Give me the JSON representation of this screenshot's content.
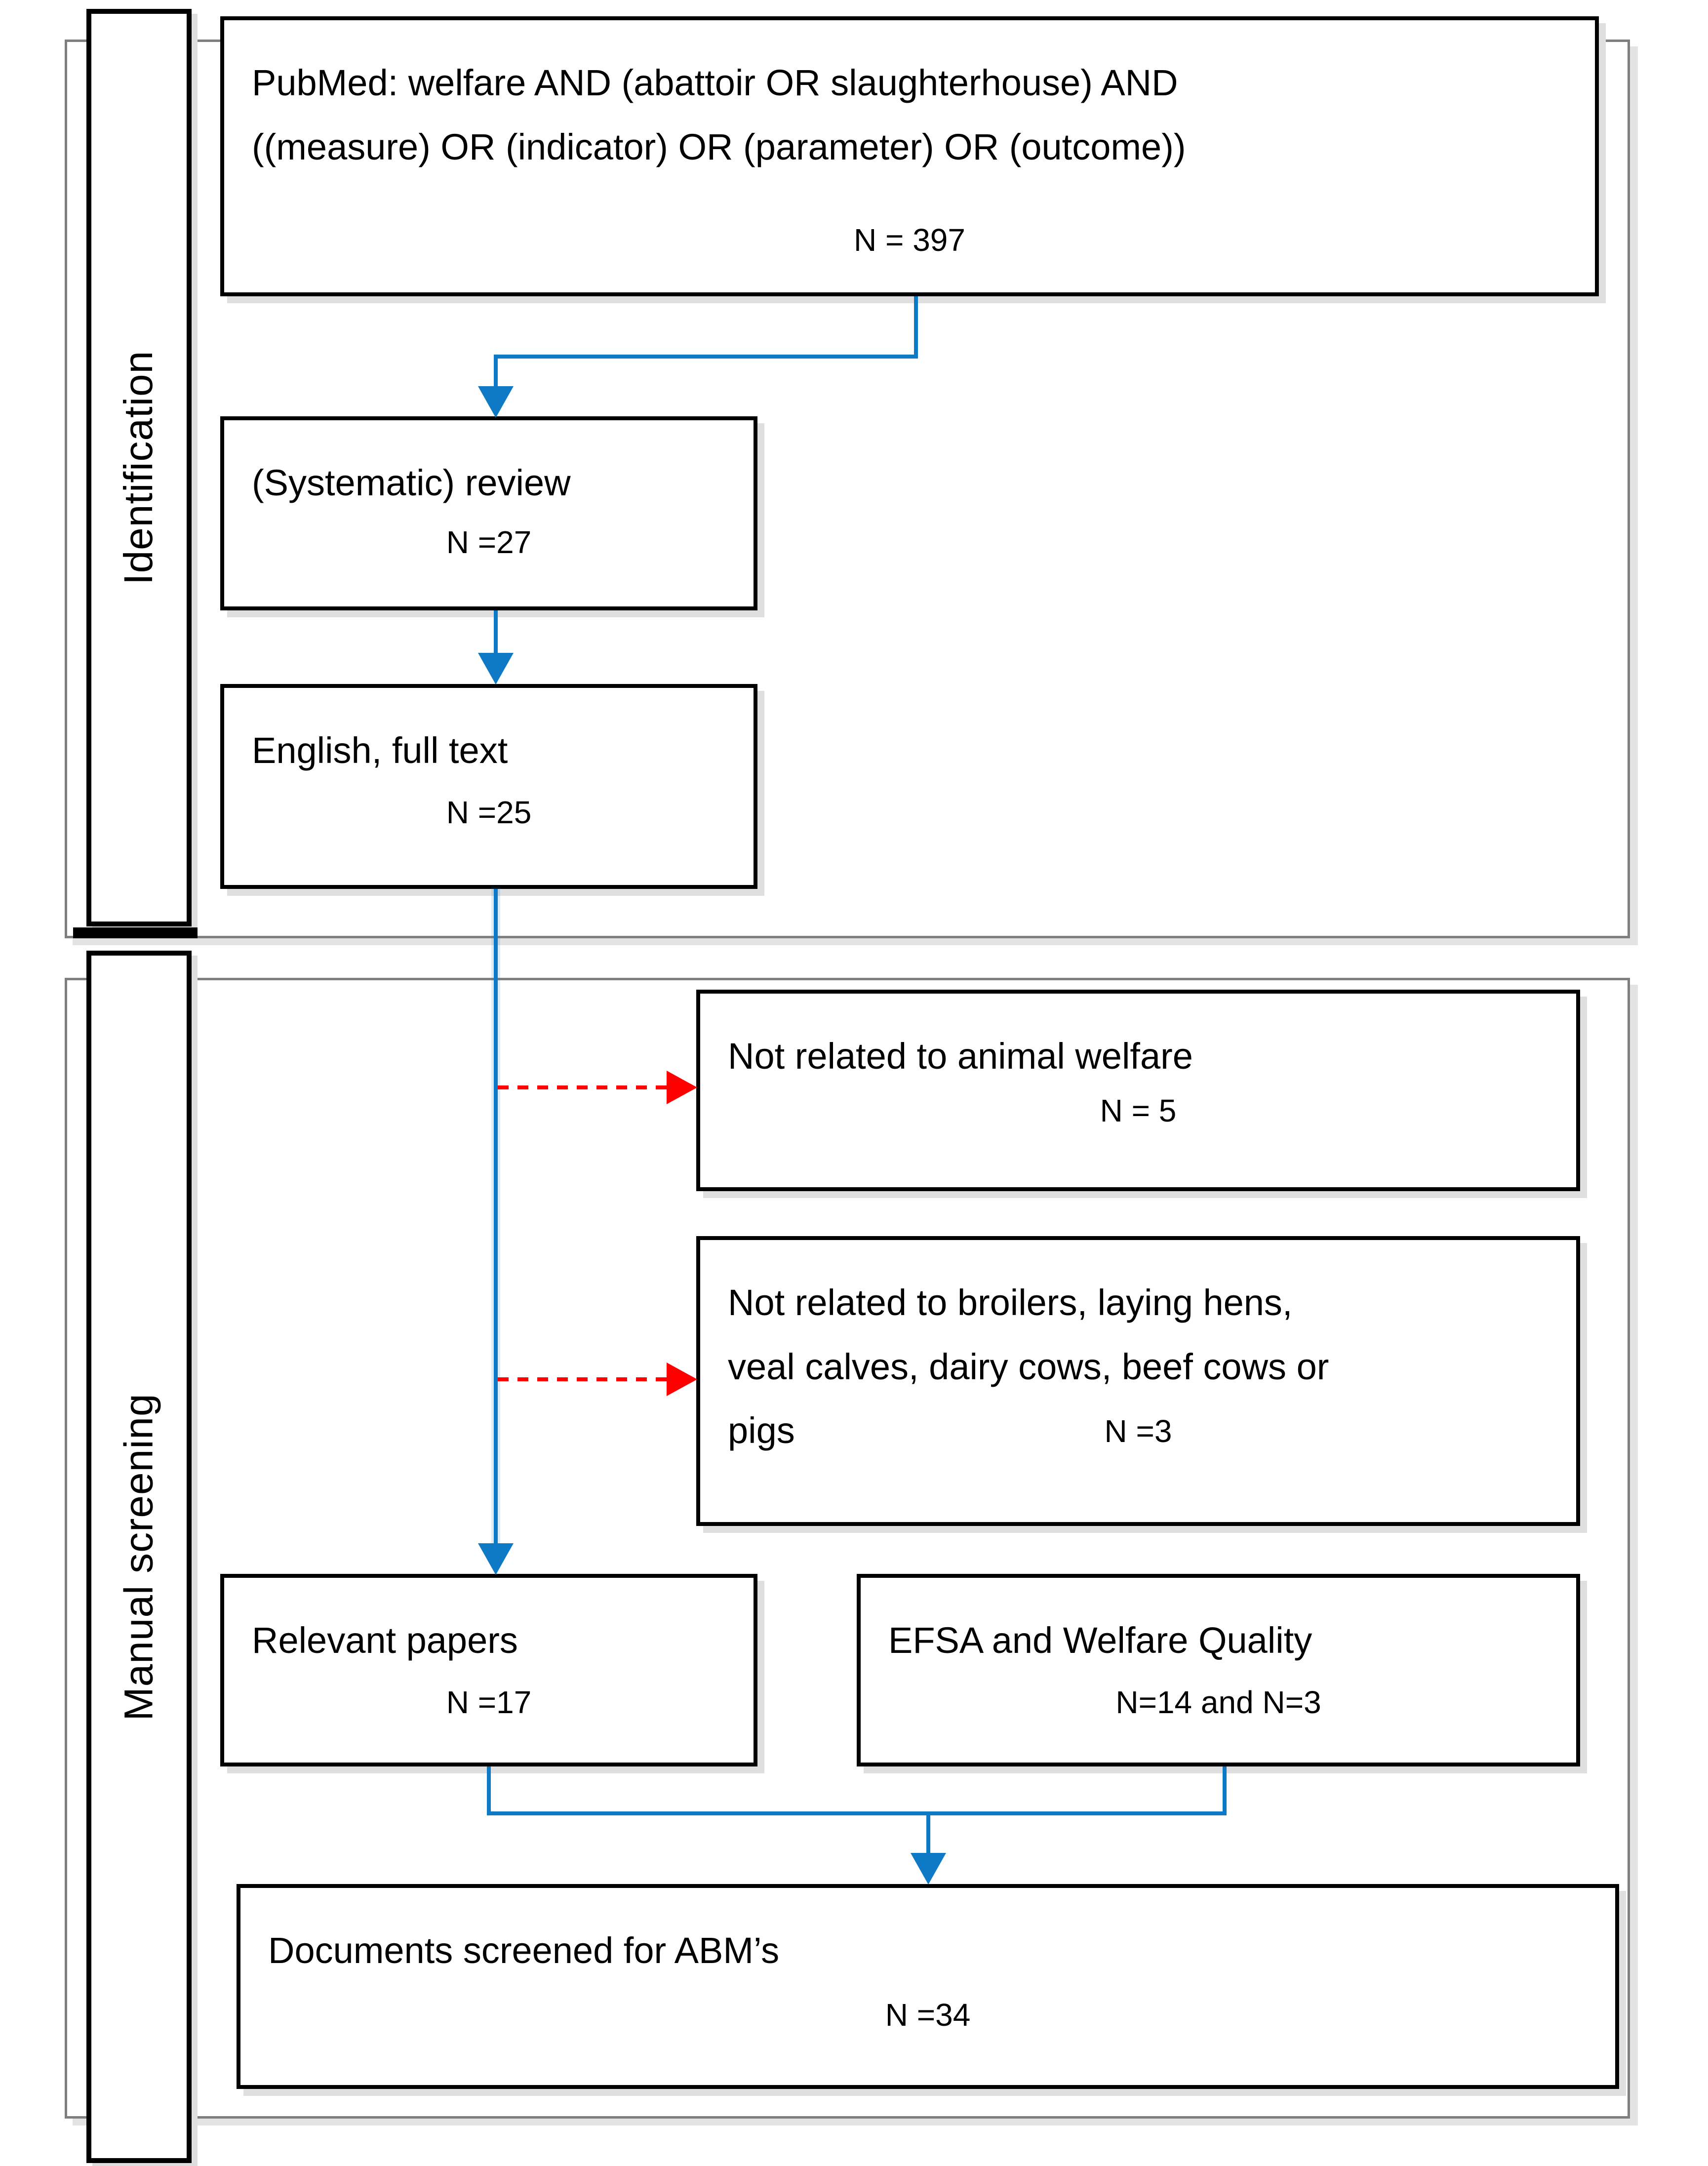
{
  "diagram": {
    "sections": {
      "identification": {
        "label": "Identification"
      },
      "manual_screening": {
        "label": "Manual screening"
      }
    },
    "boxes": {
      "pubmed_search": {
        "lines": [
          "PubMed: welfare AND (abattoir OR slaughterhouse) AND",
          "((measure) OR (indicator) OR (parameter) OR (outcome))"
        ],
        "count": "N = 397"
      },
      "systematic_review": {
        "label": "(Systematic) review",
        "count": "N =27"
      },
      "english_full_text": {
        "label": "English, full text",
        "count": "N =25"
      },
      "not_related_welfare": {
        "label": "Not related to animal welfare",
        "count": "N = 5"
      },
      "not_related_species": {
        "lines": [
          "Not related to broilers, laying hens,",
          "veal calves, dairy cows, beef cows or",
          "pigs"
        ],
        "count": "N =3"
      },
      "relevant_papers": {
        "label": "Relevant papers",
        "count": "N =17"
      },
      "efsa_welfare_quality": {
        "label": "EFSA and Welfare Quality",
        "count": "N=14 and N=3"
      },
      "documents_screened": {
        "label": "Documents screened for ABM’s",
        "count": "N =34"
      }
    },
    "colors": {
      "flow_line": "#0e79c4",
      "exclusion_line": "#ff0000",
      "box_border": "#000000",
      "section_border": "#7f7f7f"
    }
  }
}
